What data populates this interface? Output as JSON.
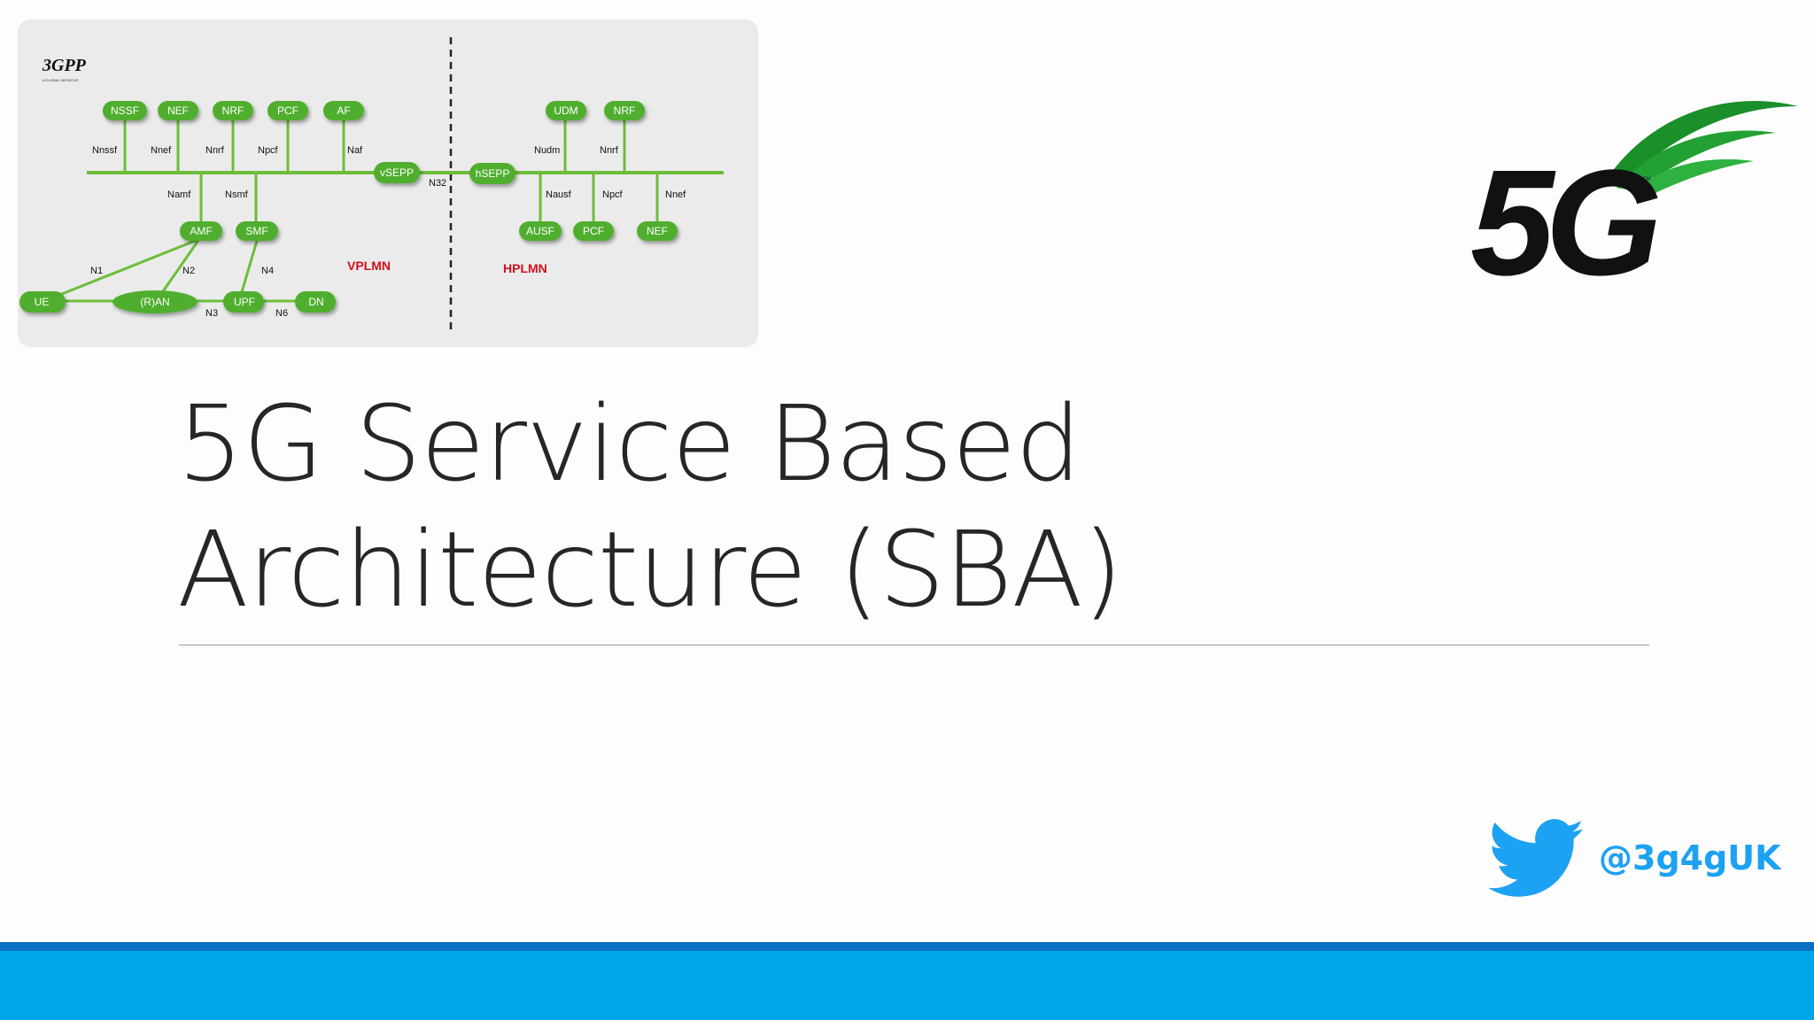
{
  "slide": {
    "title_line1": "5G Service Based",
    "title_line2": "Architecture (SBA)",
    "twitter_handle": "@3g4gUK"
  },
  "diagram": {
    "logo_text": "3GPP",
    "logo_subtext": "A GLOBAL INITIATIVE",
    "top_left_functions": [
      "NSSF",
      "NEF",
      "NRF",
      "PCF",
      "AF"
    ],
    "top_left_interfaces": [
      "Nnssf",
      "Nnef",
      "Nnrf",
      "Npcf",
      "Naf"
    ],
    "top_right_functions": [
      "UDM",
      "NRF"
    ],
    "top_right_interfaces": [
      "Nudm",
      "Nnrf"
    ],
    "vsepp": "vSEPP",
    "hsepp": "hSEPP",
    "n32": "N32",
    "namf": "Namf",
    "nsmf": "Nsmf",
    "amf": "AMF",
    "smf": "SMF",
    "bottom_right_interfaces": [
      "Nausf",
      "Npcf",
      "Nnef"
    ],
    "bottom_right_functions": [
      "AUSF",
      "PCF",
      "NEF"
    ],
    "n1": "N1",
    "n2": "N2",
    "n4": "N4",
    "n3": "N3",
    "n6": "N6",
    "ue": "UE",
    "ran": "(R)AN",
    "upf": "UPF",
    "dn": "DN",
    "vplmn": "VPLMN",
    "hplmn": "HPLMN"
  },
  "logo": {
    "text": "5G",
    "tm": "TM"
  },
  "colors": {
    "nf_green": "#4fae2e",
    "bus_green": "#6cbe3a",
    "plmn_red": "#d0101c",
    "twitter_blue": "#1da1f2",
    "footer_blue": "#00a6ea",
    "footer_dark": "#0b6fc2"
  },
  "icons": [
    "twitter-bird-icon",
    "3gpp-logo",
    "5g-logo"
  ]
}
